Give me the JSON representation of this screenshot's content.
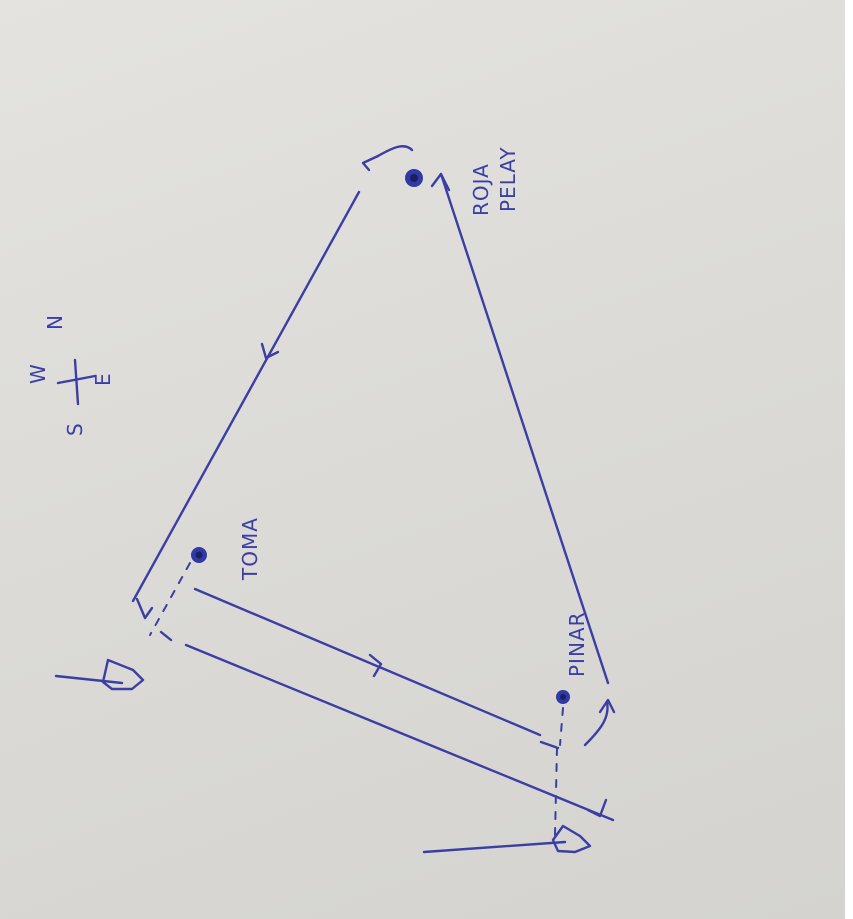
{
  "marks": {
    "roja_pelay": {
      "line1": "ROJA",
      "line2": "PELAY"
    },
    "toma": "TOMA",
    "pinar": "PINAR"
  },
  "compass": {
    "north": "N",
    "south": "S",
    "east": "E",
    "west": "W"
  },
  "colors": {
    "ink": "#3b3fa3",
    "paper": "#dcdbd7"
  }
}
